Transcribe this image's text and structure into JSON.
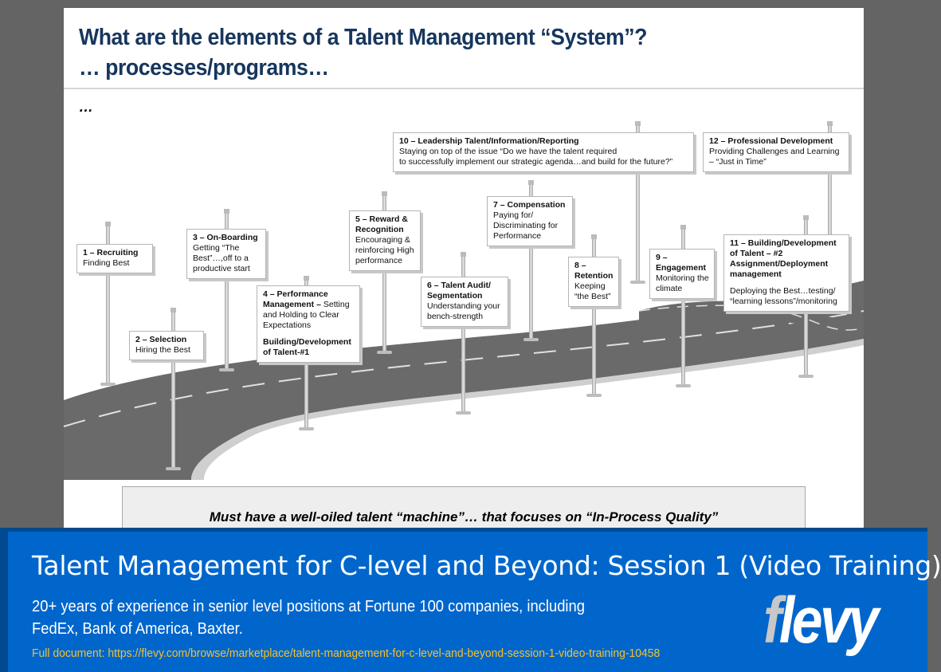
{
  "slide": {
    "title_line1": "What are the elements of a Talent Management “System”?",
    "title_line2": "… processes/programs…",
    "ellipsis": "…",
    "signs": [
      {
        "number_title": "1 – Recruiting",
        "desc": "Finding Best"
      },
      {
        "number_title": "2 – Selection",
        "desc": "Hiring the Best"
      },
      {
        "number_title": "3 – On-Boarding",
        "desc": "Getting “The Best”…,off to a productive start"
      },
      {
        "number_title": "4 – Performance Management –",
        "desc": "Setting and Holding to Clear Expectations",
        "extra": "Building/Development of Talent-#1"
      },
      {
        "number_title": "5 – Reward & Recognition",
        "desc": "Encouraging & reinforcing High performance"
      },
      {
        "number_title": "6 – Talent Audit/ Segmentation",
        "desc": "Understanding your bench-strength"
      },
      {
        "number_title": "7 – Compensation",
        "desc": "Paying for/ Discriminating for Performance"
      },
      {
        "number_title": "8 – Retention",
        "desc": "Keeping “the Best”"
      },
      {
        "number_title": "9 – Engagement",
        "desc": "Monitoring the climate"
      },
      {
        "number_title": "10 – Leadership Talent/Information/Reporting",
        "desc_line1": "Staying on top of the issue “Do we have the talent required",
        "desc_line2": "to successfully implement our strategic agenda…and build for the future?”"
      },
      {
        "number_title": "11 – Building/Development of Talent – #2 Assignment/Deployment management",
        "desc": "Deploying the Best…testing/ “learning lessons”/monitoring"
      },
      {
        "number_title": "12 – Professional Development",
        "desc": "Providing Challenges and Learning – “Just in Time”"
      }
    ],
    "callout": "Must have a well-oiled talent “machine”… that focuses on “In-Process Quality”"
  },
  "banner": {
    "title": "Talent Management for C-level and Beyond: Session 1 (Video Training)",
    "subtitle_line1": "20+ years of experience in senior level positions at Fortune 100 companies, including",
    "subtitle_line2": "FedEx, Bank of America, Baxter.",
    "link": "Full document: https://flevy.com/browse/marketplace/talent-management-for-c-level-and-beyond-session-1-video-training-10458",
    "logo_f": "f",
    "logo_rest": "levy",
    "colors": {
      "background": "#0066cc",
      "link": "#f2c12e",
      "title_color": "#17365d"
    }
  }
}
